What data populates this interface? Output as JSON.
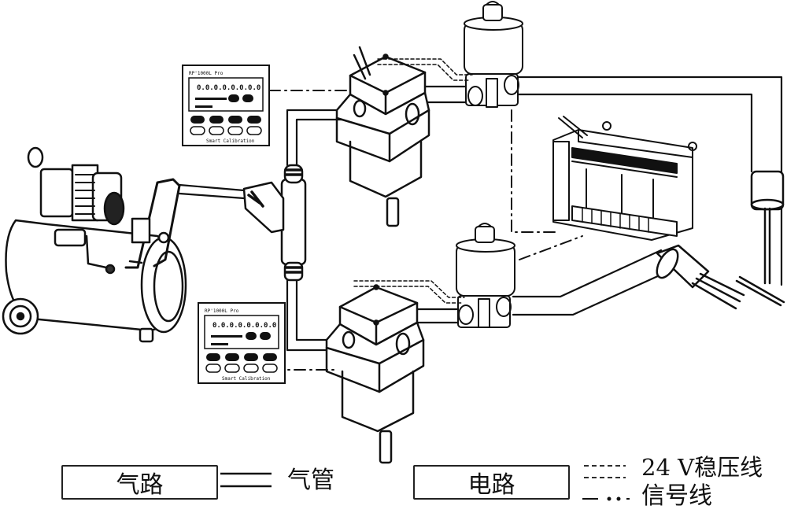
{
  "diagram": {
    "components": {
      "compressor": {
        "label": "air-compressor"
      },
      "tee_fitting": {
        "label": "tee-fitting"
      },
      "regulator_top": {
        "label": "electro-pneumatic-regulator-1"
      },
      "regulator_bottom": {
        "label": "electro-pneumatic-regulator-2"
      },
      "solenoid_top": {
        "label": "solenoid-valve-1"
      },
      "solenoid_bottom": {
        "label": "solenoid-valve-2"
      },
      "plc": {
        "label": "plc-controller"
      },
      "nozzle": {
        "label": "nozzle-probe"
      },
      "sensor": {
        "label": "sensor-probe"
      },
      "rod": {
        "label": "rod"
      }
    },
    "controller_panels": [
      {
        "model": "RP'1000L Pro",
        "footer": "Smart Calibration",
        "display": "0.0.0.0.0.0.0.0"
      },
      {
        "model": "RP'1000L Pro",
        "footer": "Smart Calibration",
        "display": "0.0.0.0.0.0.0.0"
      }
    ]
  },
  "legend": {
    "air_group_label": "气路",
    "air_tube_label": "气管",
    "electric_group_label": "电路",
    "stabilized_line_label": "24 V稳压线",
    "signal_line_label": "信号线"
  }
}
